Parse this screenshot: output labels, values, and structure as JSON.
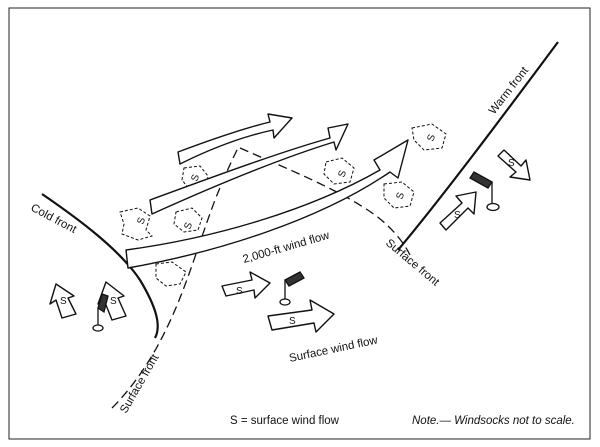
{
  "labels": {
    "cold_front": "Cold front",
    "warm_front": "Warm front",
    "surface_front_left": "Surface front",
    "surface_front_right": "Surface front",
    "upper_flow": "2,000-ft wind flow",
    "surface_flow": "Surface wind flow",
    "legend": "S = surface wind flow",
    "note": "Note.— Windsocks not to scale.",
    "s_mark": "S"
  },
  "colors": {
    "stroke": "#111111",
    "fill": "#ffffff"
  },
  "icons": [
    "windsock-icon",
    "wind-arrow-icon",
    "cloud-outline-icon"
  ]
}
